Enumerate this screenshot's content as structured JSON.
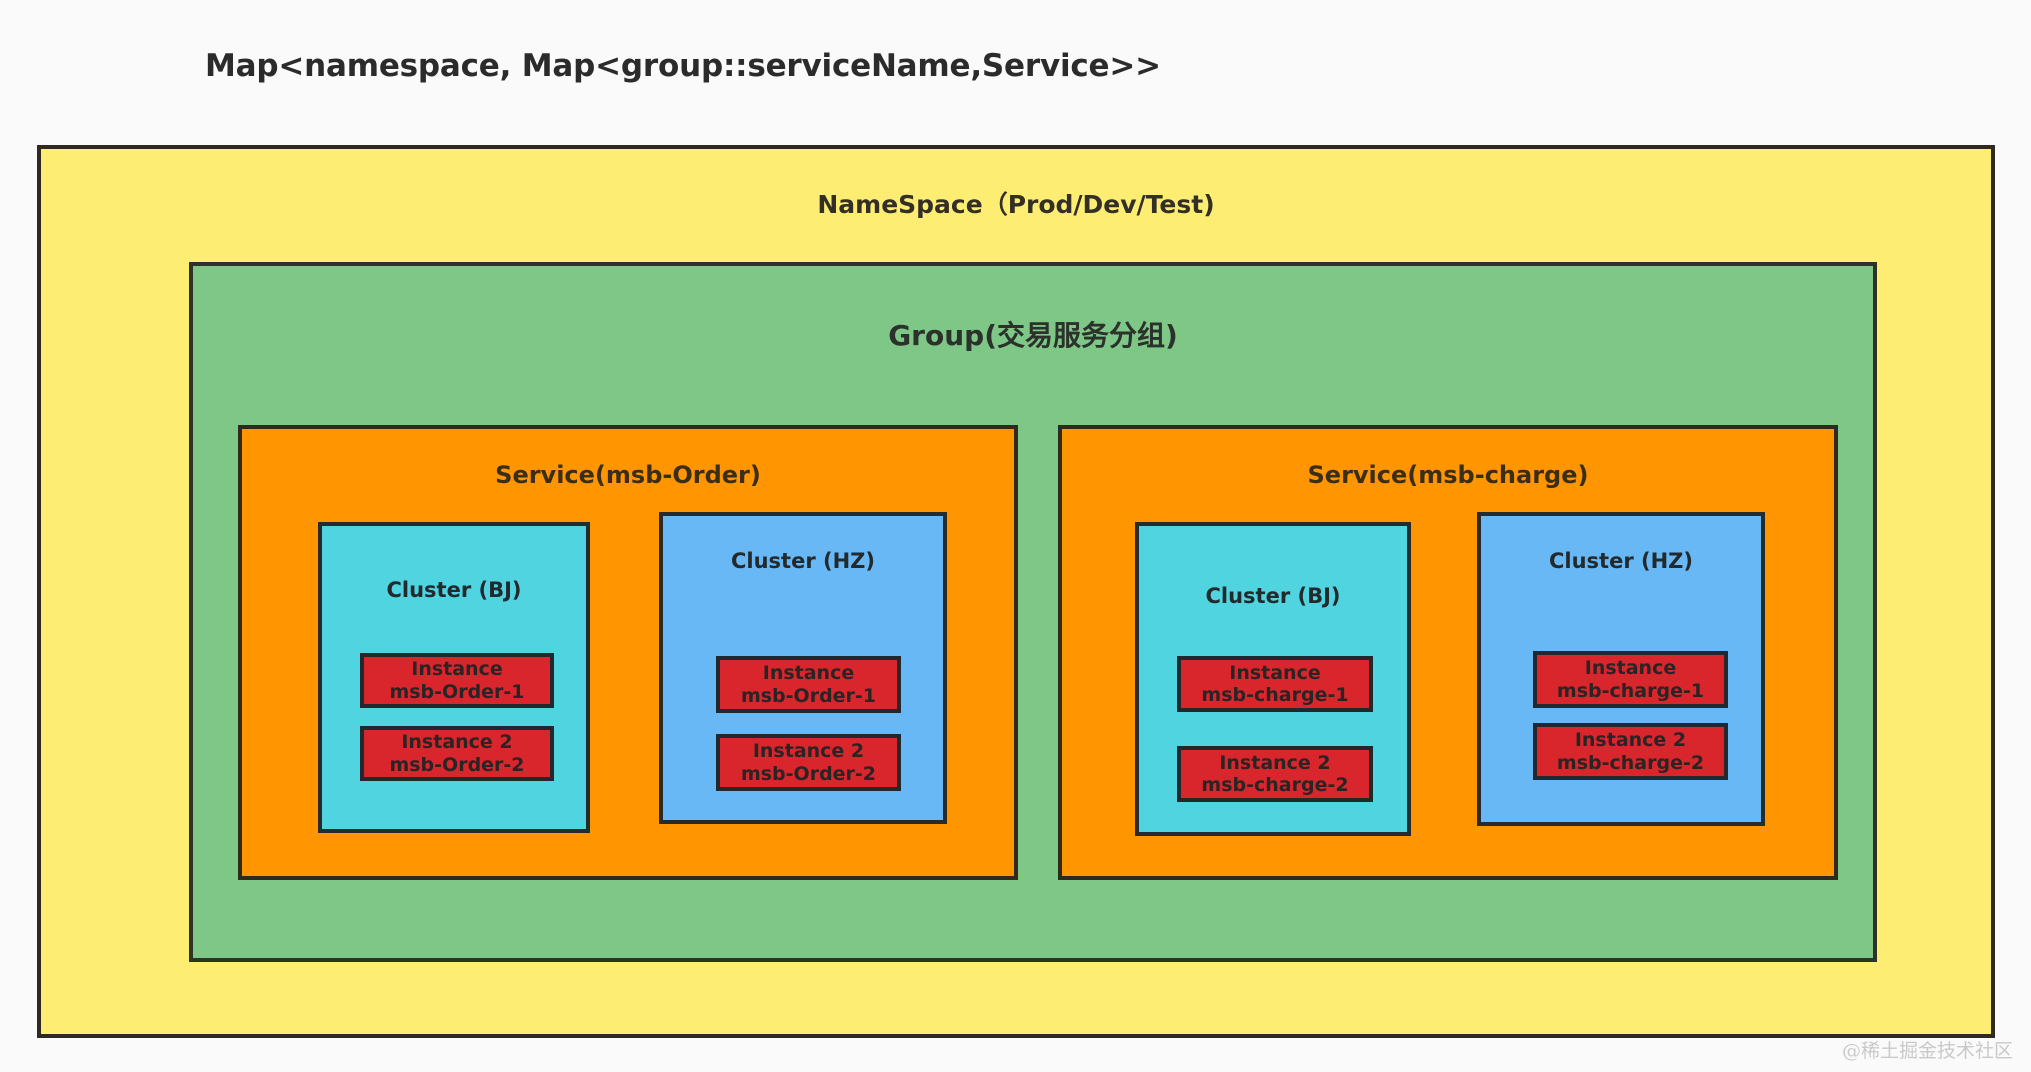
{
  "title": "Map<namespace, Map<group::serviceName,Service>>",
  "watermark": "@稀土掘金技术社区",
  "namespace": {
    "label": "NameSpace（Prod/Dev/Test)",
    "fill": "#fdee73",
    "stroke": "#2e2a22"
  },
  "group": {
    "label": "Group(交易服务分组)",
    "fill": "#7ec787",
    "stroke": "#2c3329"
  },
  "services": [
    {
      "label": "Service(msb-Order)",
      "fill": "#ff9500",
      "stroke": "#30291c",
      "clusters": [
        {
          "label": "Cluster (BJ)",
          "fill": "#4fd4e0",
          "instances": [
            {
              "line1": "Instance",
              "line2": "msb-Order-1"
            },
            {
              "line1": "Instance 2",
              "line2": "msb-Order-2"
            }
          ]
        },
        {
          "label": "Cluster (HZ)",
          "fill": "#68b8f5",
          "instances": [
            {
              "line1": "Instance",
              "line2": "msb-Order-1"
            },
            {
              "line1": "Instance 2",
              "line2": "msb-Order-2"
            }
          ]
        }
      ]
    },
    {
      "label": "Service(msb-charge)",
      "fill": "#ff9500",
      "stroke": "#30291c",
      "clusters": [
        {
          "label": "Cluster (BJ)",
          "fill": "#4fd4e0",
          "instances": [
            {
              "line1": "Instance",
              "line2": "msb-charge-1"
            },
            {
              "line1": "Instance 2",
              "line2": "msb-charge-2"
            }
          ]
        },
        {
          "label": "Cluster (HZ)",
          "fill": "#68b8f5",
          "instances": [
            {
              "line1": "Instance",
              "line2": "msb-charge-1"
            },
            {
              "line1": "Instance 2",
              "line2": "msb-charge-2"
            }
          ]
        }
      ]
    }
  ],
  "colors": {
    "background": "#fafafa",
    "instance_fill": "#d8262c",
    "instance_stroke": "#23282c",
    "text_dark": "#2b2b2b"
  }
}
